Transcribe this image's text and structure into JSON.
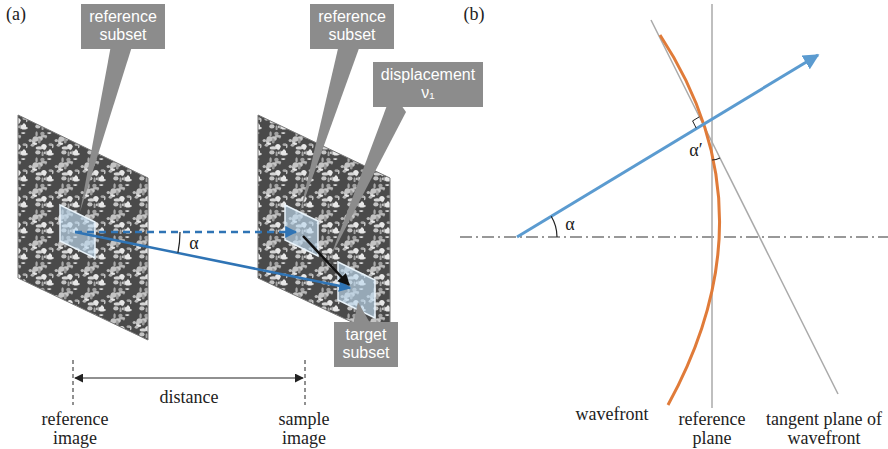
{
  "diagram": {
    "nodes": [
      {
        "text": [
          "reference subset"
        ]
      },
      {
        "text": [
          "reference subset"
        ]
      },
      {
        "text": [
          "displacement ν₁"
        ]
      },
      {
        "text": [
          "target subset"
        ]
      }
    ],
    "labels": [
      "(a)",
      "(b)",
      "α",
      "distance",
      "reference image",
      "sample image",
      "α",
      "α′",
      "wavefront",
      "reference plane",
      "tangent plane of wavefront"
    ]
  }
}
